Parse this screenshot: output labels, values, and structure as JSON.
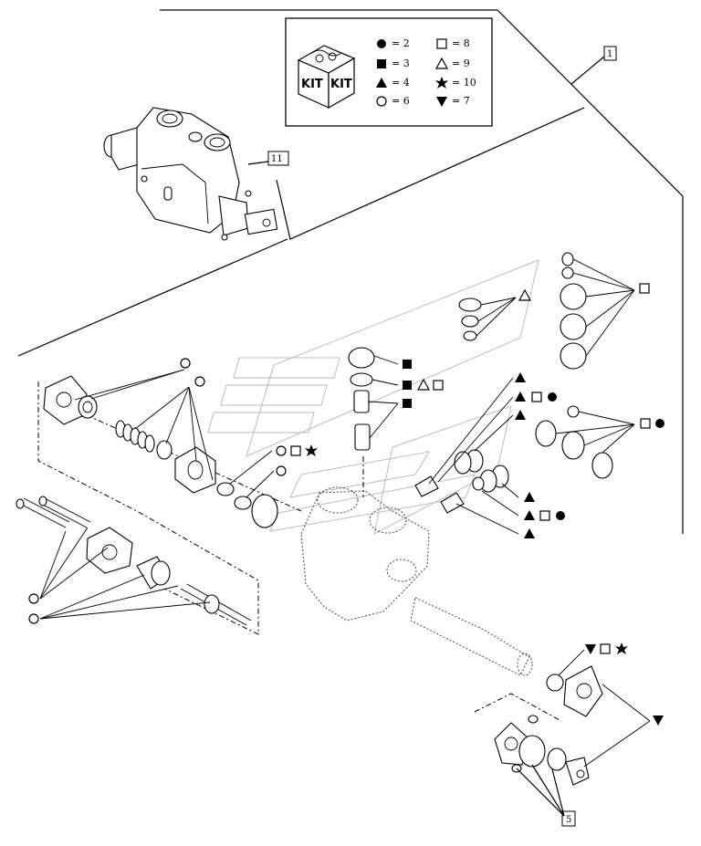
{
  "legend": {
    "kit_label_1": "KIT",
    "kit_label_2": "KIT",
    "entries": [
      {
        "symbol": "circle-filled",
        "text": "= 2"
      },
      {
        "symbol": "square-filled",
        "text": "= 3"
      },
      {
        "symbol": "triangle-filled",
        "text": "= 4"
      },
      {
        "symbol": "circle-open",
        "text": "= 6"
      },
      {
        "symbol": "square-open",
        "text": "= 8"
      },
      {
        "symbol": "triangle-open",
        "text": "= 9"
      },
      {
        "symbol": "star-filled",
        "text": "= 10"
      },
      {
        "symbol": "triangle-down-filled",
        "text": "= 7"
      }
    ]
  },
  "callouts": {
    "ref_1": "1",
    "ref_11": "11",
    "ref_5": "5"
  }
}
